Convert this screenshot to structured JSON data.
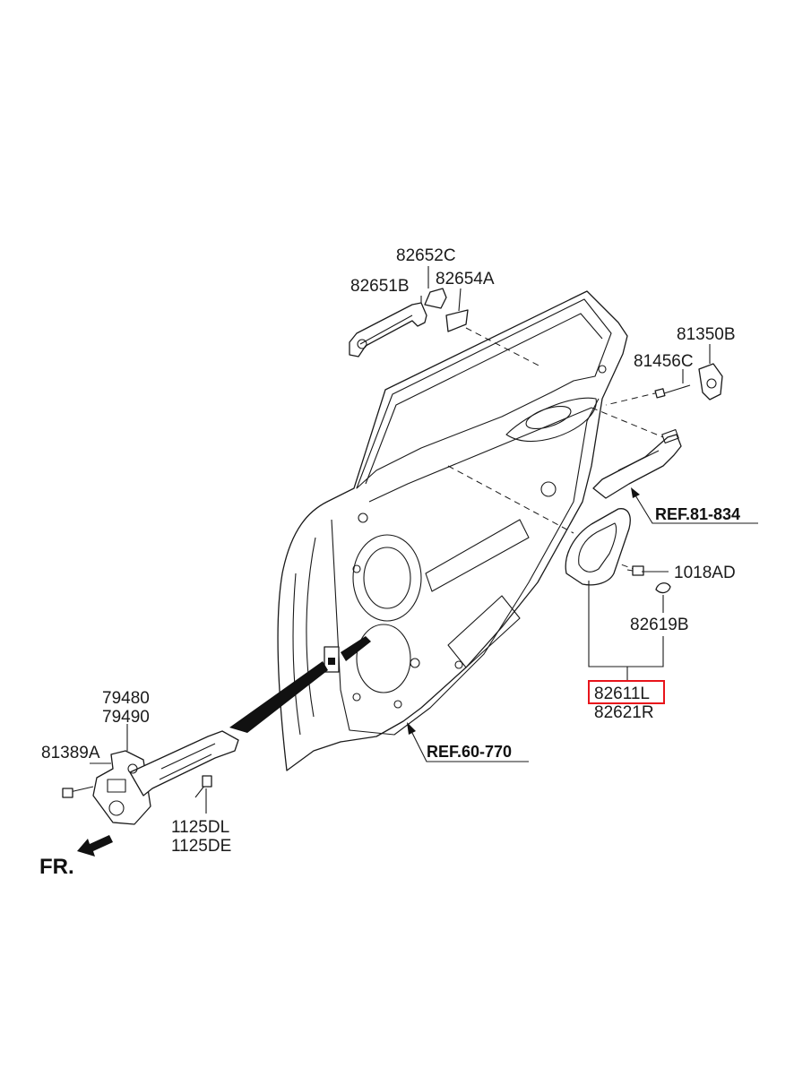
{
  "labels": {
    "p82652c": "82652C",
    "p82651b": "82651B",
    "p82654a": "82654A",
    "p81350b": "81350B",
    "p81456c": "81456C",
    "ref81834": "REF.81-834",
    "p1018ad": "1018AD",
    "p82619b": "82619B",
    "p82611l": "82611L",
    "p82621r": "82621R",
    "ref60770": "REF.60-770",
    "p79480": "79480",
    "p79490": "79490",
    "p81389a": "81389A",
    "p1125dl": "1125DL",
    "p1125de": "1125DE",
    "fr": "FR."
  },
  "colors": {
    "line": "#1a1a1a",
    "highlight": "#e8141b",
    "background": "#ffffff"
  },
  "highlighted_part": "82611L"
}
